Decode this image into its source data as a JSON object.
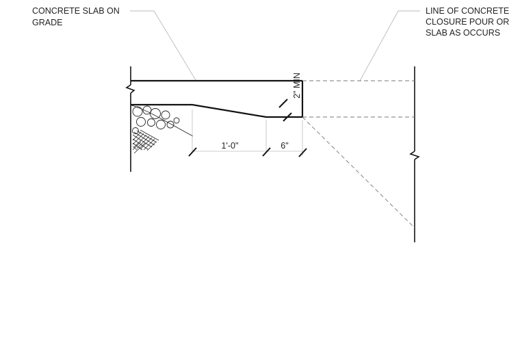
{
  "annotations": {
    "left_line1": "CONCRETE SLAB ON",
    "left_line2": "GRADE",
    "right_line1": "LINE OF CONCRETE",
    "right_line2": "CLOSURE POUR OR",
    "right_line3": "SLAB AS OCCURS"
  },
  "dimensions": {
    "width_main": "1'-0\"",
    "width_edge": "6\"",
    "depth_min": "2\" MIN"
  },
  "colors": {
    "ink": "#111111",
    "leader": "#bbbbbb",
    "hidden": "#777777",
    "extension": "#bbbbbb"
  }
}
